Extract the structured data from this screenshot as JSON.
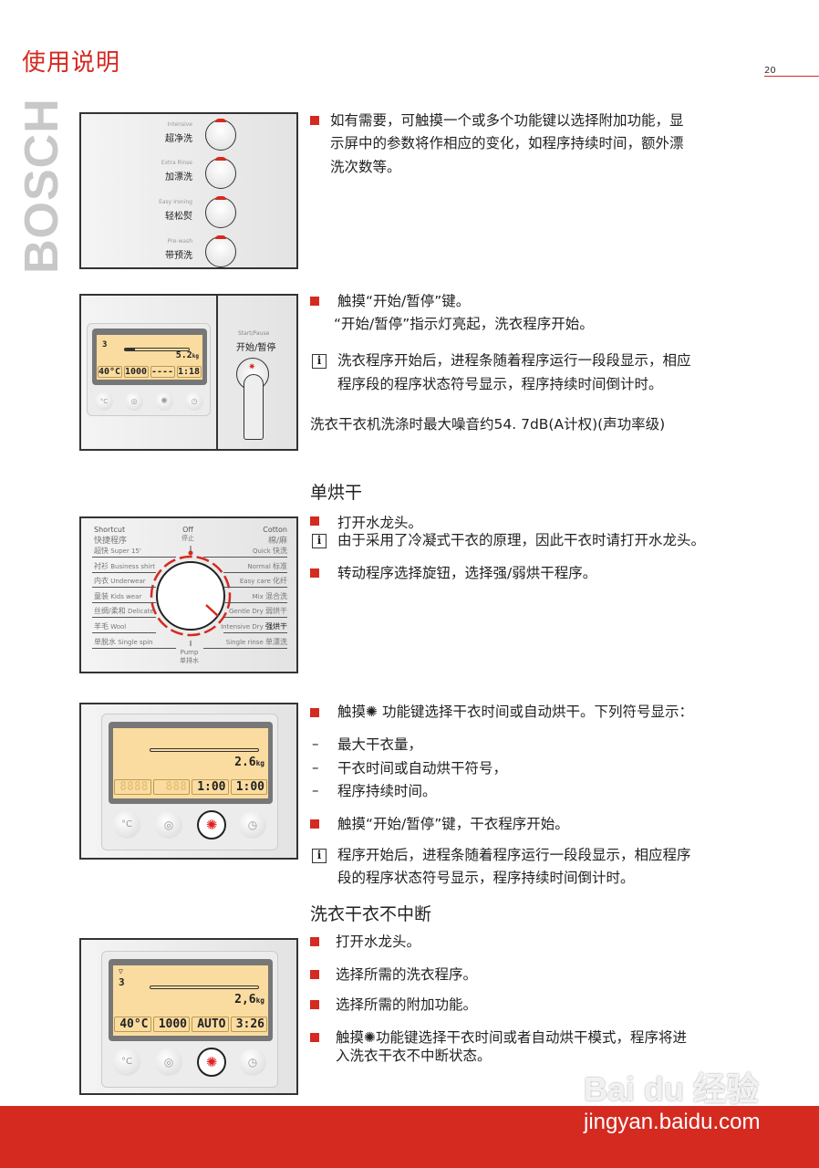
{
  "header": {
    "title": "使用说明",
    "page_number": "20",
    "brand": "BOSCH"
  },
  "panels": {
    "functions": [
      {
        "en": "Intensive",
        "zh": "超净洗"
      },
      {
        "en": "Extra Rinse",
        "zh": "加漂洗"
      },
      {
        "en": "Easy Ironing",
        "zh": "轻松熨"
      },
      {
        "en": "Pre-wash",
        "zh": "带预洗"
      }
    ],
    "start_lcd": {
      "program": "3",
      "load": "5.2",
      "unit": "kg",
      "segments": [
        "40°C",
        "1000",
        "----",
        "1:18"
      ]
    },
    "start_button": {
      "en": "Start/Pause",
      "zh": "开始/暂停"
    },
    "dial": {
      "top": {
        "en": "Off",
        "zh": "停止"
      },
      "bottom": {
        "en": "Pump",
        "zh": "单排水"
      },
      "left": [
        {
          "zh": "快捷程序",
          "en": "Shortcut"
        },
        {
          "zh": "超快",
          "en": "Super 15'"
        },
        {
          "zh": "衬衫",
          "en": "Business shirt"
        },
        {
          "zh": "内衣",
          "en": "Underwear"
        },
        {
          "zh": "童装",
          "en": "Kids wear"
        },
        {
          "zh": "丝绸/柔和",
          "en": "Delicate"
        },
        {
          "zh": "羊毛",
          "en": "Wool"
        },
        {
          "zh": "单脱水",
          "en": "Single spin"
        }
      ],
      "right": [
        {
          "zh": "棉/麻",
          "en": "Cotton"
        },
        {
          "zh": "快洗",
          "en": "Quick"
        },
        {
          "zh": "标准",
          "en": "Normal"
        },
        {
          "zh": "化纤",
          "en": "Easy care"
        },
        {
          "zh": "混合洗",
          "en": "Mix"
        },
        {
          "zh": "弱烘干",
          "en": "Gentle Dry"
        },
        {
          "zh": "强烘干",
          "en": "Intensive Dry"
        },
        {
          "zh": "单漂洗",
          "en": "Single rinse"
        }
      ],
      "selected": "强烘干"
    },
    "dry_lcd": {
      "load": "2.6",
      "unit": "kg",
      "segments": [
        "8888",
        "888",
        "1:00",
        "1:00"
      ]
    },
    "wd_lcd": {
      "program": "3",
      "load": "2,6",
      "unit": "kg",
      "segments": [
        "40°C",
        "1000",
        "AUTO",
        "3:26"
      ]
    },
    "lcd_buttons": {
      "temp": "°C",
      "spin": "spin-icon",
      "dry": "sun-icon",
      "time": "clock-icon"
    }
  },
  "content": {
    "s1": [
      "如有需要，可触摸一个或多个功能键以选择附加功能，显",
      "示屏中的参数将作相应的变化，如程序持续时间，额外漂",
      "洗次数等。"
    ],
    "s2": {
      "bullet": "触摸“开始/暂停”键。",
      "line2": "“开始/暂停”指示灯亮起，洗衣程序开始。",
      "info": [
        "洗衣程序开始后，进程条随着程序运行一段段显示，相应",
        "程序段的程序状态符号显示，程序持续时间倒计时。"
      ],
      "noise": "洗衣干衣机洗涤时最大噪音约54. 7dB(A计权)(声功率级)"
    },
    "dry": {
      "heading": "单烘干",
      "b1": "打开水龙头。",
      "info": "由于采用了冷凝式干衣的原理，因此干衣时请打开水龙头。",
      "b2": "转动程序选择旋钮，选择强/弱烘干程序。"
    },
    "dry2": {
      "b1_pre": "触摸",
      "b1_post": " 功能键选择干衣时间或自动烘干。下列符号显示：",
      "dashes": [
        "最大干衣量，",
        "干衣时间或自动烘干符号，",
        "程序持续时间。"
      ],
      "b2": "触摸“开始/暂停”键，干衣程序开始。",
      "info": [
        "程序开始后，进程条随着程序运行一段段显示，相应程序",
        "段的程序状态符号显示，程序持续时间倒计时。"
      ]
    },
    "wd": {
      "heading": "洗衣干衣不中断",
      "items": [
        "打开水龙头。",
        "选择所需的洗衣程序。",
        "选择所需的附加功能。"
      ],
      "b4_pre": "触摸",
      "b4_post": "功能键选择干衣时间或者自动烘干模式，程序将进",
      "b4_line2": "入洗衣干衣不中断状态。"
    }
  },
  "watermark": {
    "logo": "Bai du 经验",
    "url": "jingyan.baidu.com"
  },
  "colors": {
    "accent": "#d42a20",
    "lcd": "#fbdca0"
  }
}
